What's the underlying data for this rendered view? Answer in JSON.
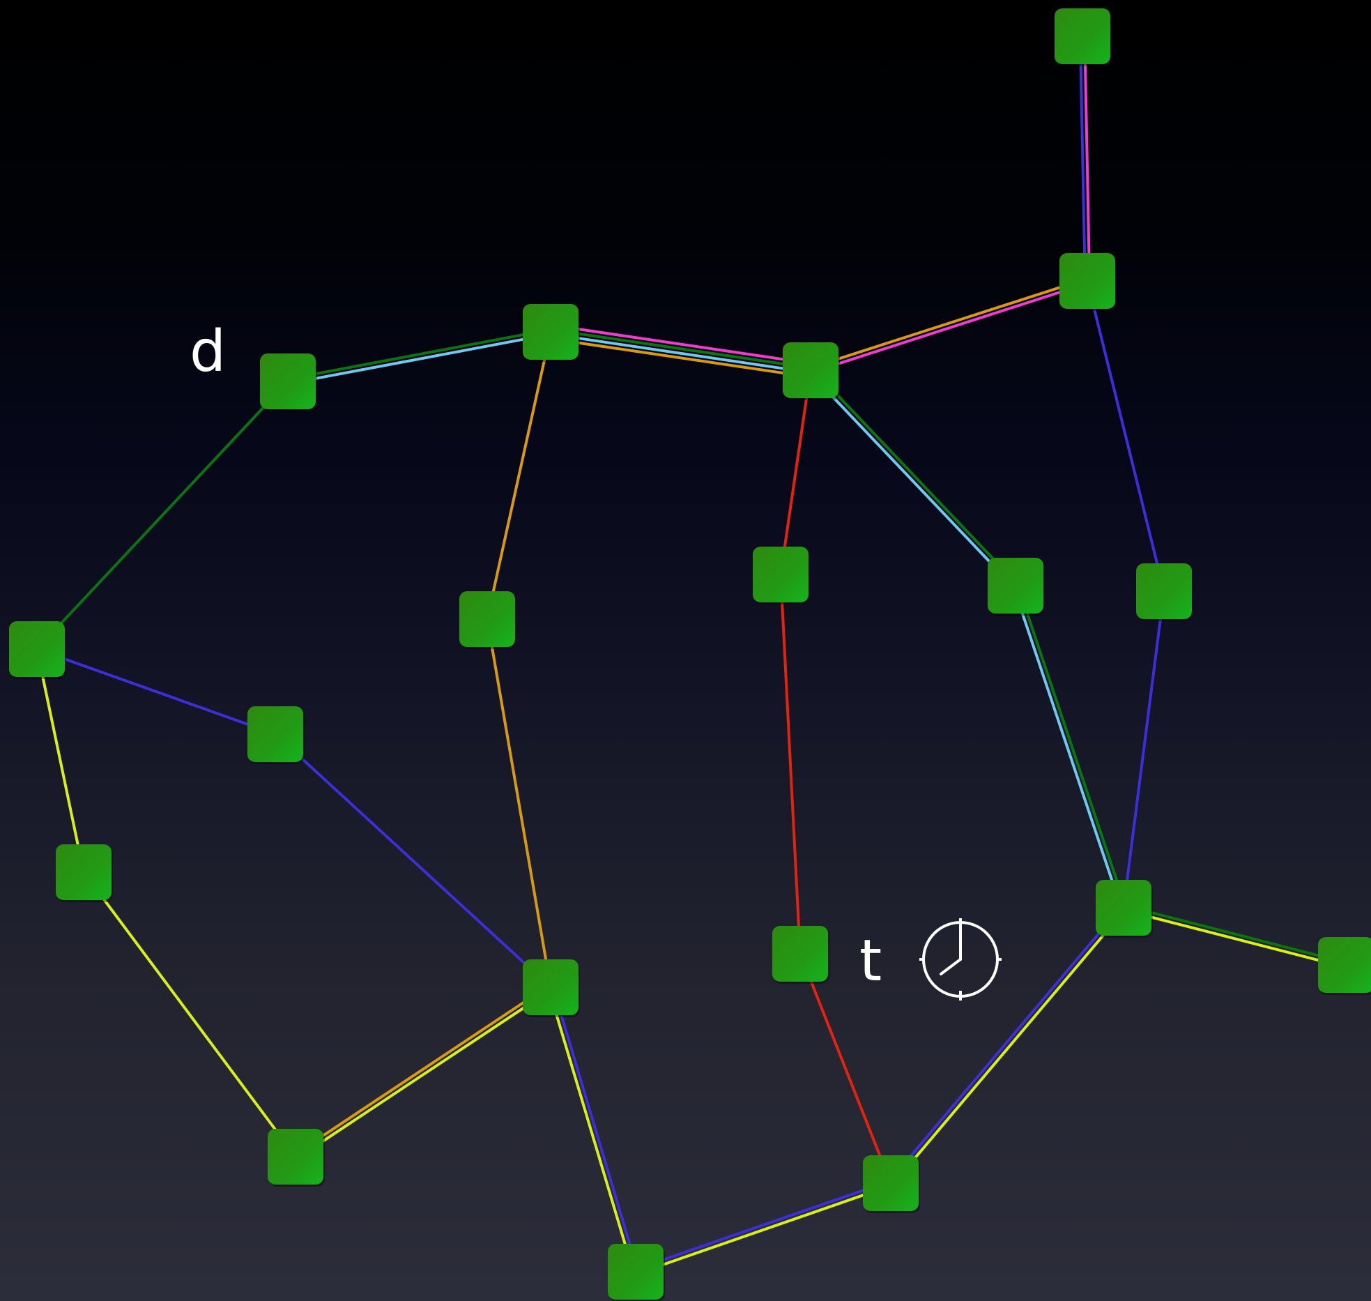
{
  "colors": {
    "background_top": "#000000",
    "background_bottom": "#2c2d3a",
    "node_fill_top": "#2e8a10",
    "node_fill_bottom": "#14b41e",
    "label": "#ffffff",
    "route_palette": {
      "dark_green": "#0a7510",
      "light_blue": "#6ec8ef",
      "magenta": "#f03ccc",
      "orange": "#d89a10",
      "blue": "#3c2ed8",
      "yellow": "#d8f018",
      "red": "#e02410"
    }
  },
  "labels": {
    "d": "d",
    "t": "t"
  },
  "icons": {
    "timer": "clock-icon"
  },
  "diagram": {
    "nodes": [
      {
        "id": "n1",
        "name": "top-right-end"
      },
      {
        "id": "n2",
        "name": "upper-right-hub"
      },
      {
        "id": "n3",
        "name": "top-center"
      },
      {
        "id": "n4",
        "name": "central-hub"
      },
      {
        "id": "n5",
        "name": "source-d"
      },
      {
        "id": "n6",
        "name": "far-left"
      },
      {
        "id": "n7",
        "name": "mid-left"
      },
      {
        "id": "n8",
        "name": "center-left"
      },
      {
        "id": "n9",
        "name": "center"
      },
      {
        "id": "n10",
        "name": "center-right"
      },
      {
        "id": "n11",
        "name": "right"
      },
      {
        "id": "n12",
        "name": "left-lower"
      },
      {
        "id": "n13",
        "name": "lower-center-hub"
      },
      {
        "id": "n14",
        "name": "target-t"
      },
      {
        "id": "n15",
        "name": "lower-right-hub"
      },
      {
        "id": "n16",
        "name": "right-edge"
      },
      {
        "id": "n17",
        "name": "bottom-left"
      },
      {
        "id": "n18",
        "name": "bottom-right"
      },
      {
        "id": "n19",
        "name": "bottom-center"
      }
    ],
    "edges": [
      {
        "from": "n1",
        "to": "n2",
        "routes": [
          "magenta",
          "blue"
        ]
      },
      {
        "from": "n2",
        "to": "n4",
        "routes": [
          "magenta",
          "orange"
        ]
      },
      {
        "from": "n3",
        "to": "n4",
        "routes": [
          "magenta",
          "dark_green",
          "light_blue",
          "orange"
        ]
      },
      {
        "from": "n5",
        "to": "n3",
        "routes": [
          "dark_green",
          "light_blue"
        ]
      },
      {
        "from": "n5",
        "to": "n6",
        "routes": [
          "dark_green"
        ]
      },
      {
        "from": "n3",
        "to": "n8",
        "routes": [
          "orange"
        ]
      },
      {
        "from": "n8",
        "to": "n13",
        "routes": [
          "orange"
        ]
      },
      {
        "from": "n4",
        "to": "n9",
        "routes": [
          "red"
        ]
      },
      {
        "from": "n9",
        "to": "n14",
        "routes": [
          "red"
        ]
      },
      {
        "from": "n14",
        "to": "n18",
        "routes": [
          "red"
        ]
      },
      {
        "from": "n4",
        "to": "n10",
        "routes": [
          "dark_green",
          "light_blue"
        ]
      },
      {
        "from": "n10",
        "to": "n15",
        "routes": [
          "dark_green",
          "light_blue"
        ]
      },
      {
        "from": "n2",
        "to": "n11",
        "routes": [
          "blue"
        ]
      },
      {
        "from": "n11",
        "to": "n15",
        "routes": [
          "blue"
        ]
      },
      {
        "from": "n6",
        "to": "n7",
        "routes": [
          "blue"
        ]
      },
      {
        "from": "n7",
        "to": "n13",
        "routes": [
          "blue"
        ]
      },
      {
        "from": "n6",
        "to": "n12",
        "routes": [
          "yellow"
        ]
      },
      {
        "from": "n12",
        "to": "n17",
        "routes": [
          "yellow"
        ]
      },
      {
        "from": "n17",
        "to": "n13",
        "routes": [
          "orange",
          "yellow"
        ]
      },
      {
        "from": "n13",
        "to": "n19",
        "routes": [
          "blue",
          "yellow"
        ]
      },
      {
        "from": "n19",
        "to": "n18",
        "routes": [
          "blue",
          "yellow"
        ]
      },
      {
        "from": "n18",
        "to": "n15",
        "routes": [
          "blue",
          "yellow"
        ]
      },
      {
        "from": "n15",
        "to": "n16",
        "routes": [
          "dark_green",
          "yellow"
        ]
      }
    ]
  }
}
